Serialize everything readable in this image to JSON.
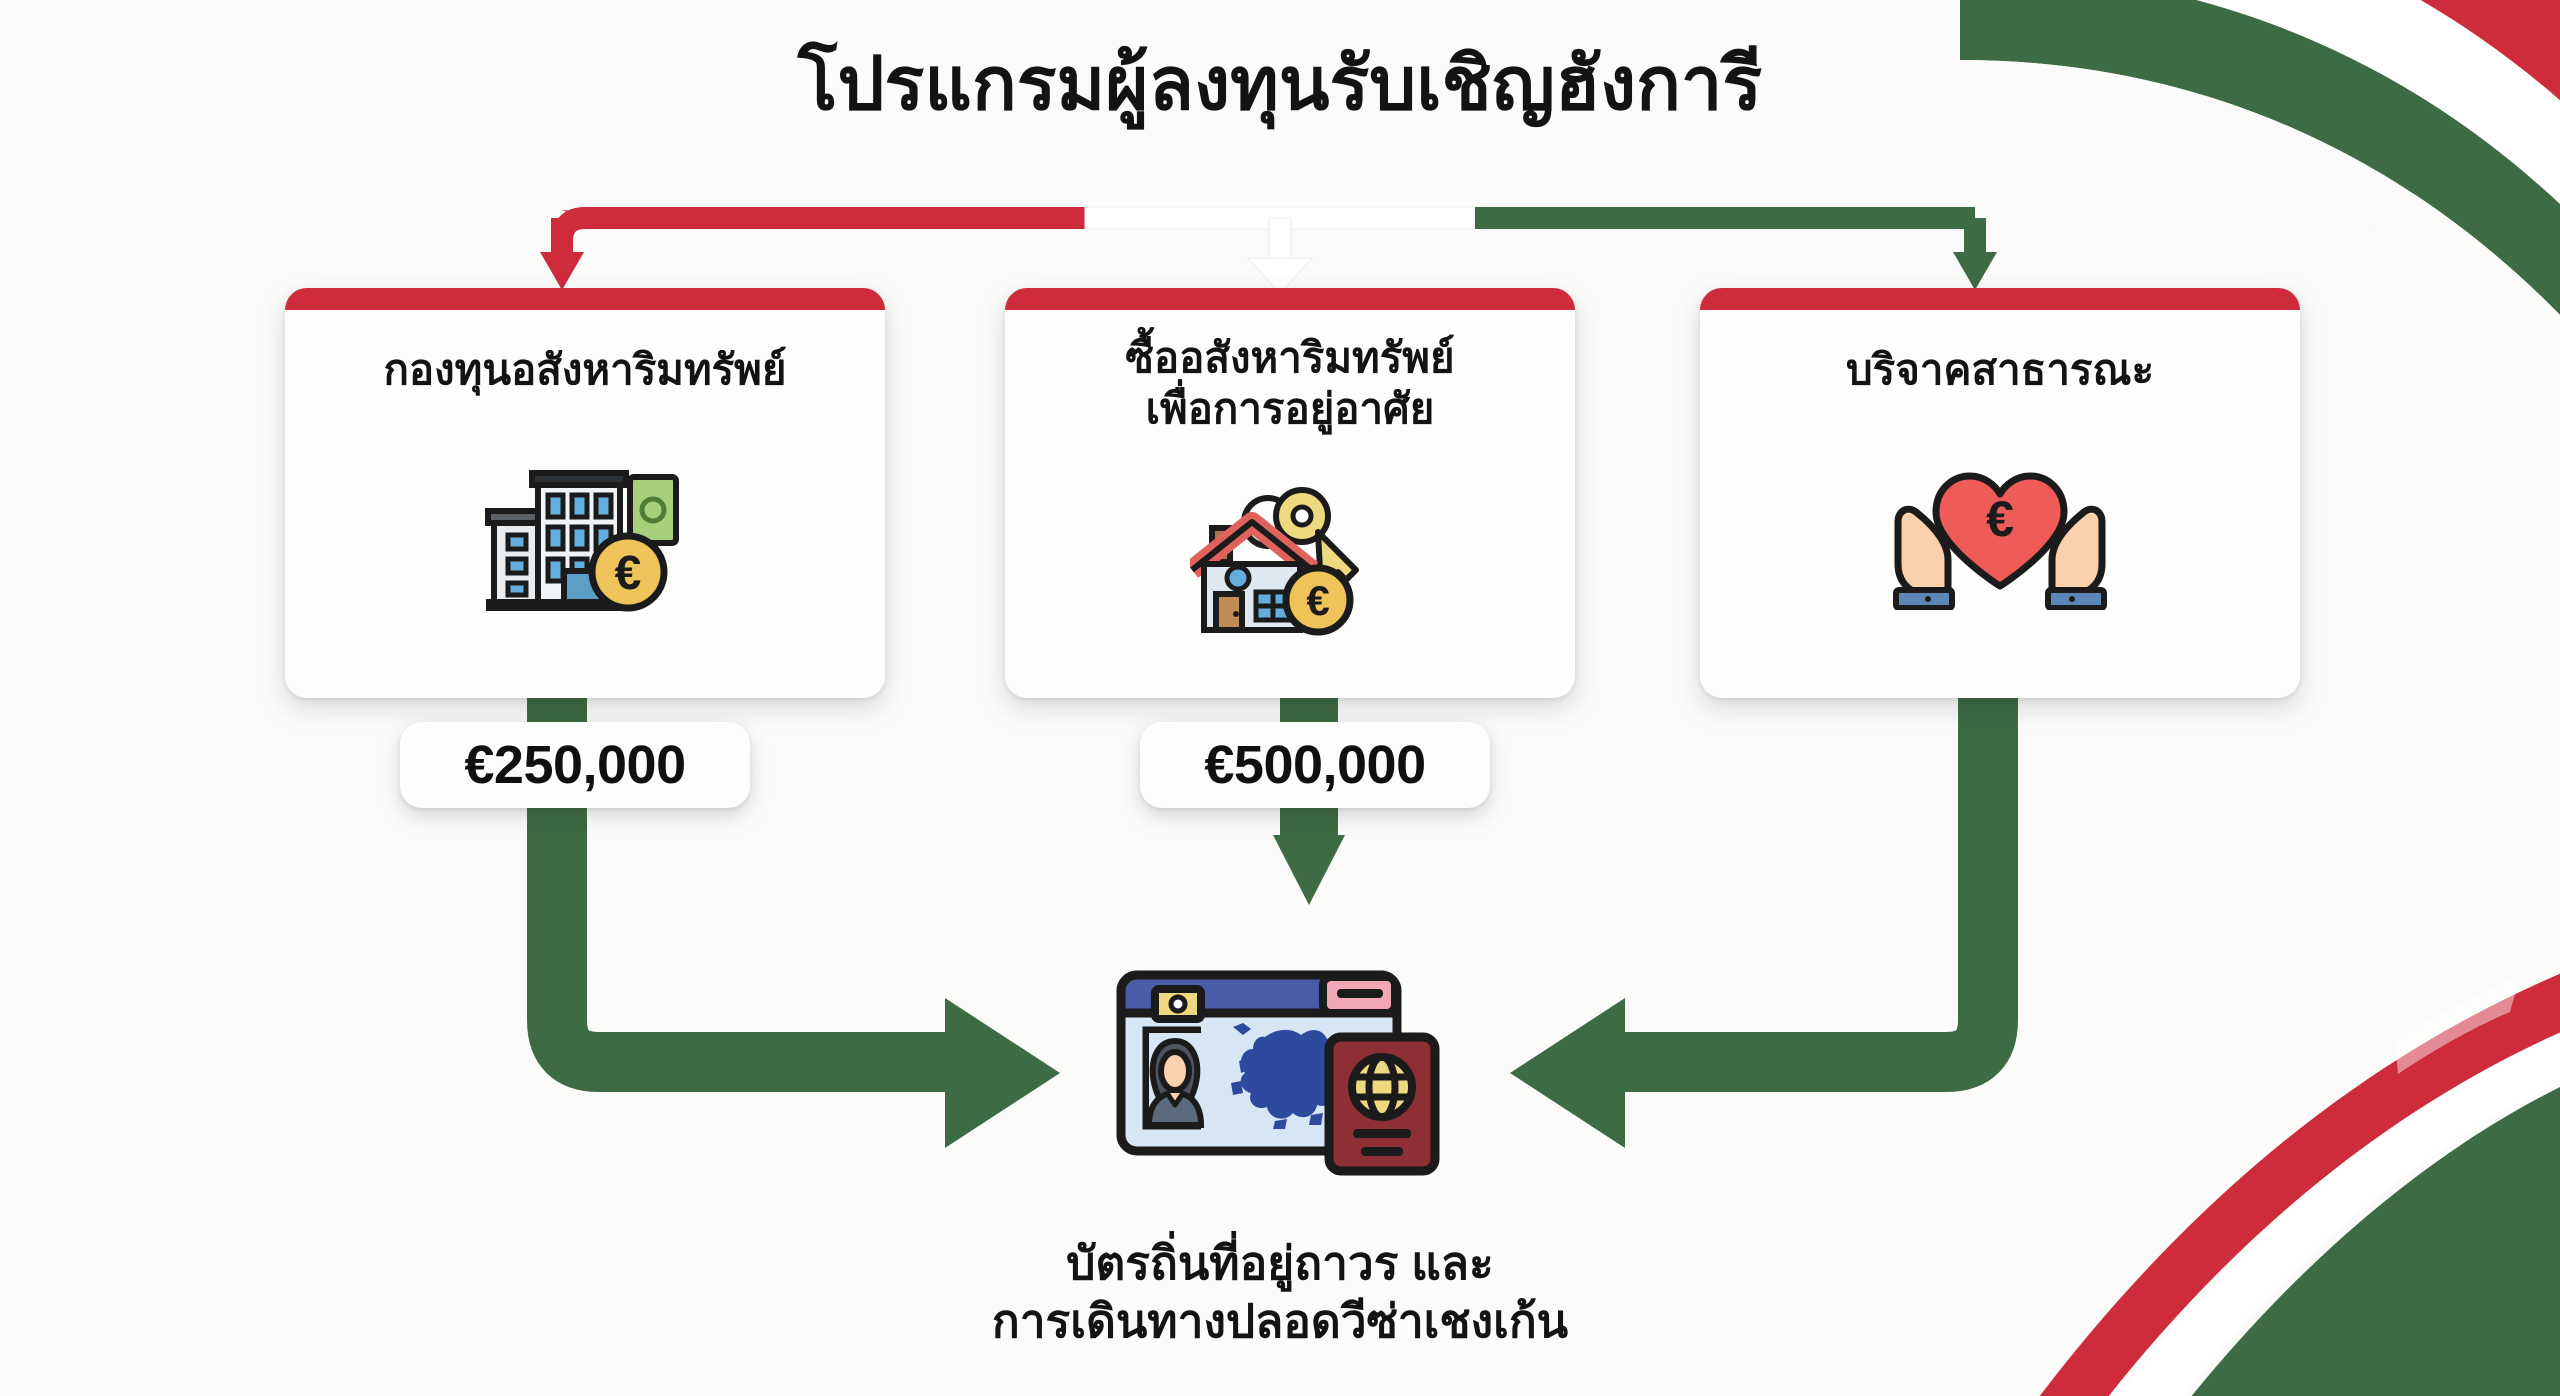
{
  "page": {
    "title": "โปรแกรมผู้ลงทุนรับเชิญฮังการี",
    "background_color": "#fbfbfa"
  },
  "colors": {
    "flag_red": "#ce2b3c",
    "flag_white": "#ffffff",
    "flag_green": "#3d6b44",
    "arrow_green": "#3d6b44",
    "text_dark": "#131313",
    "card_bg": "#fdfdfc",
    "euro_gold": "#eec35a",
    "banknote_green": "#a8cf7c",
    "heart_red": "#ef5b56",
    "roof_red": "#e0625c",
    "passport_red": "#8e2f36",
    "map_blue": "#2e4a9e"
  },
  "top_connector": {
    "segments": [
      {
        "name": "red-segment",
        "color": "#ce2b3c"
      },
      {
        "name": "white-segment",
        "color": "#ffffff"
      },
      {
        "name": "green-segment",
        "color": "#3d6b44"
      }
    ],
    "arrows": [
      {
        "name": "arrow-to-fund",
        "color": "#ce2b3c",
        "direction": "down"
      },
      {
        "name": "arrow-to-buy",
        "color": "#ffffff",
        "direction": "down"
      },
      {
        "name": "arrow-to-donate",
        "color": "#3d6b44",
        "direction": "down"
      }
    ]
  },
  "cards": [
    {
      "id": "fund",
      "title": "กองทุนอสังหาริมทรัพย์",
      "bar_color": "#ce2b3c",
      "icon": "building-with-euro-coin-and-banknote-icon",
      "amount": "€250,000",
      "has_amount": true
    },
    {
      "id": "buy",
      "title": "ซื้ออสังหาริมทรัพย์\nเพื่อการอยู่อาศัย",
      "bar_color": "#ce2b3c",
      "icon": "house-with-key-and-euro-coin-icon",
      "amount": "€500,000",
      "has_amount": true
    },
    {
      "id": "donate",
      "title": "บริจาคสาธารณะ",
      "bar_color": "#ce2b3c",
      "icon": "hands-holding-heart-with-euro-icon",
      "amount": "",
      "has_amount": false
    }
  ],
  "outcome": {
    "icon": "residence-permit-card-with-europe-map-and-passport-icon",
    "caption": "บัตรถิ่นที่อยู่ถาวร และ\nการเดินทางปลอดวีซ่าเชงเก้น"
  },
  "flow_arrows": [
    {
      "name": "arrow-fund-to-outcome",
      "path": "down-then-right",
      "color": "#3d6b44"
    },
    {
      "name": "arrow-buy-to-outcome",
      "path": "straight-down",
      "color": "#3d6b44"
    },
    {
      "name": "arrow-donate-to-outcome",
      "path": "down-then-left",
      "color": "#3d6b44"
    }
  ],
  "decorations": [
    {
      "name": "corner-ribbon-top-right-red",
      "color": "#ce2b3c"
    },
    {
      "name": "corner-ribbon-top-right-white",
      "color": "#ffffff"
    },
    {
      "name": "corner-ribbon-top-right-green",
      "color": "#3d6b44"
    },
    {
      "name": "corner-ribbon-bottom-right-red",
      "color": "#ce2b3c"
    },
    {
      "name": "corner-ribbon-bottom-right-green",
      "color": "#3d6b44"
    }
  ]
}
